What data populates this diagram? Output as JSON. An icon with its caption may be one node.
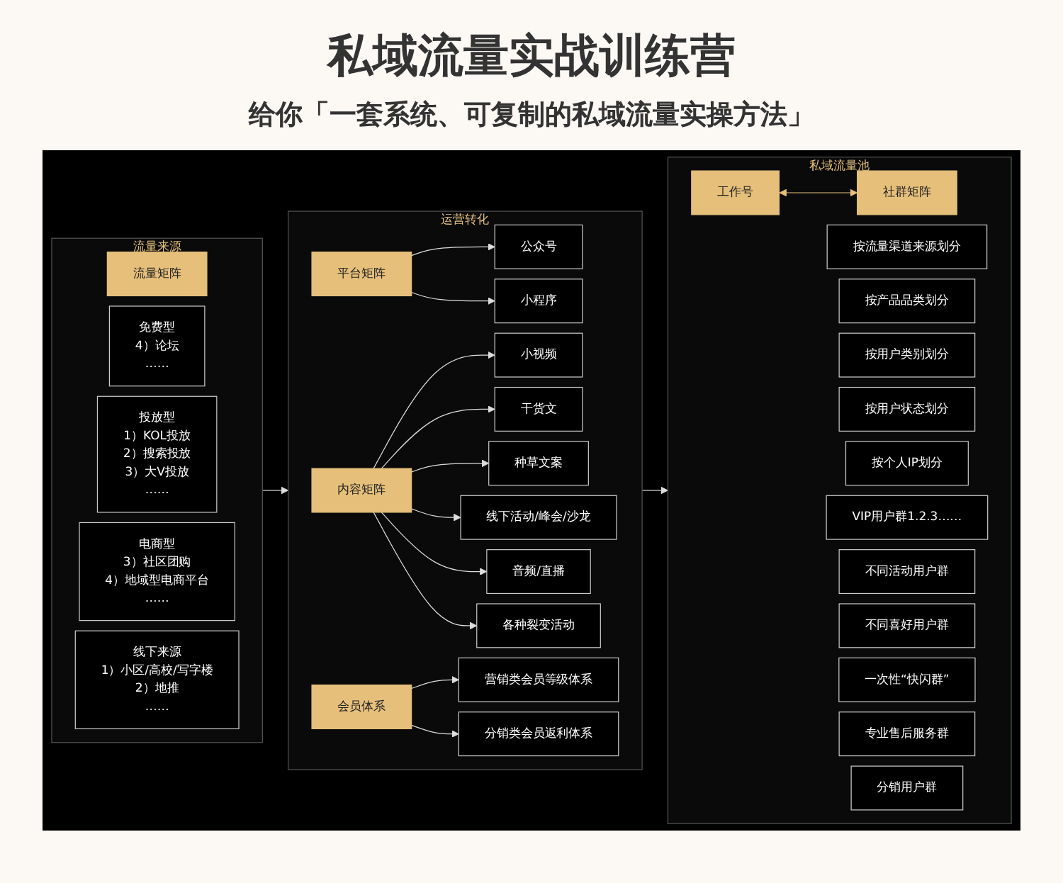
{
  "diagram": {
    "title": "私域流量实战训练营",
    "nodes": [
      {
        "text": [
          "流量来源"
        ]
      },
      {
        "text": [
          "流量矩阵"
        ],
        "in": 0
      },
      {
        "text": [
          "免费型",
          "4）论坛",
          "……"
        ],
        "in": 0
      },
      {
        "text": [
          "投放型",
          "1）KOL投放",
          "2）搜索投放",
          "3）大V投放",
          "……"
        ],
        "in": 0
      },
      {
        "text": [
          "电商型",
          "3）社区团购",
          "4）地域型电商平台",
          "……"
        ],
        "in": 0
      },
      {
        "text": [
          "线下来源",
          "1）小区/高校/写字楼",
          "2）地推",
          "……"
        ],
        "in": 0
      },
      {
        "text": [
          "运营转化"
        ]
      },
      {
        "text": [
          "平台矩阵"
        ],
        "in": 6
      },
      {
        "text": [
          "公众号"
        ],
        "in": 6
      },
      {
        "text": [
          "小程序"
        ],
        "in": 6
      },
      {
        "text": [
          "内容矩阵"
        ],
        "in": 6
      },
      {
        "text": [
          "小视频"
        ],
        "in": 6
      },
      {
        "text": [
          "干货文"
        ],
        "in": 6
      },
      {
        "text": [
          "种草文案"
        ],
        "in": 6
      },
      {
        "text": [
          "线下活动/峰会/沙龙"
        ],
        "in": 6
      },
      {
        "text": [
          "音频/直播"
        ],
        "in": 6
      },
      {
        "text": [
          "各种裂变活动"
        ],
        "in": 6
      },
      {
        "text": [
          "会员体系"
        ],
        "in": 6
      },
      {
        "text": [
          "营销类会员等级体系"
        ],
        "in": 6
      },
      {
        "text": [
          "分销类会员返利体系"
        ],
        "in": 6
      },
      {
        "text": [
          "私域流量池"
        ]
      },
      {
        "text": [
          "工作号"
        ],
        "in": 20
      },
      {
        "text": [
          "按流量渠道来源划分"
        ],
        "in": 20
      },
      {
        "text": [
          "按产品品类划分"
        ],
        "in": 20
      },
      {
        "text": [
          "按用户类别划分"
        ],
        "in": 20
      },
      {
        "text": [
          "按用户状态划分"
        ],
        "in": 20
      },
      {
        "text": [
          "按个人IP划分"
        ],
        "in": 20
      },
      {
        "text": [
          "社群矩阵"
        ],
        "in": 20
      },
      {
        "text": [
          "VIP用户群1.2.3……"
        ],
        "in": 20
      },
      {
        "text": [
          "不同活动用户群"
        ],
        "in": 20
      },
      {
        "text": [
          "不同喜好用户群"
        ],
        "in": 20
      },
      {
        "text": [
          "一次性“快闪群”"
        ],
        "in": 20
      },
      {
        "text": [
          "专业售后服务群"
        ],
        "in": 20
      },
      {
        "text": [
          "分销用户群"
        ],
        "in": 20
      }
    ],
    "edges": [
      {
        "from": 0,
        "to": 6,
        "arrow": "to"
      },
      {
        "from": 6,
        "to": 20,
        "arrow": "to"
      },
      {
        "from": 7,
        "to": 8,
        "arrow": "to"
      },
      {
        "from": 7,
        "to": 9,
        "arrow": "to"
      },
      {
        "from": 10,
        "to": 11,
        "arrow": "to"
      },
      {
        "from": 10,
        "to": 12,
        "arrow": "to"
      },
      {
        "from": 10,
        "to": 13,
        "arrow": "to"
      },
      {
        "from": 10,
        "to": 14,
        "arrow": "to"
      },
      {
        "from": 10,
        "to": 15,
        "arrow": "to"
      },
      {
        "from": 10,
        "to": 16,
        "arrow": "to"
      },
      {
        "from": 17,
        "to": 18,
        "arrow": "to"
      },
      {
        "from": 17,
        "to": 19,
        "arrow": "to"
      },
      {
        "from": 21,
        "to": 27,
        "arrow": "both",
        "color": "#e6c07b"
      }
    ],
    "labels": [
      "给你「一套系统、可复制的私域流量实操方法」"
    ]
  }
}
